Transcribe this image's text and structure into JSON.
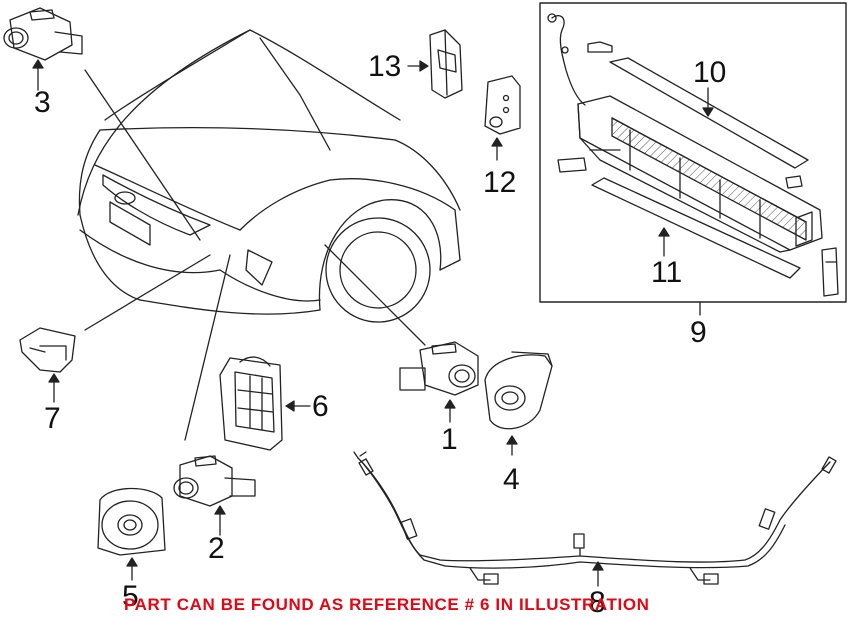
{
  "diagram": {
    "callouts": [
      {
        "id": "callout-1",
        "text": "1"
      },
      {
        "id": "callout-2",
        "text": "2"
      },
      {
        "id": "callout-3",
        "text": "3"
      },
      {
        "id": "callout-4",
        "text": "4"
      },
      {
        "id": "callout-5",
        "text": "5"
      },
      {
        "id": "callout-6",
        "text": "6"
      },
      {
        "id": "callout-7",
        "text": "7"
      },
      {
        "id": "callout-8",
        "text": "8"
      },
      {
        "id": "callout-9",
        "text": "9"
      },
      {
        "id": "callout-10",
        "text": "10"
      },
      {
        "id": "callout-11",
        "text": "11"
      },
      {
        "id": "callout-12",
        "text": "12"
      },
      {
        "id": "callout-13",
        "text": "13"
      }
    ],
    "notice": "PART CAN BE FOUND AS REFERENCE # 6 IN ILLUSTRATION"
  },
  "colors": {
    "line": "#222222",
    "notice": "#e30613",
    "hatch": "#555555"
  }
}
